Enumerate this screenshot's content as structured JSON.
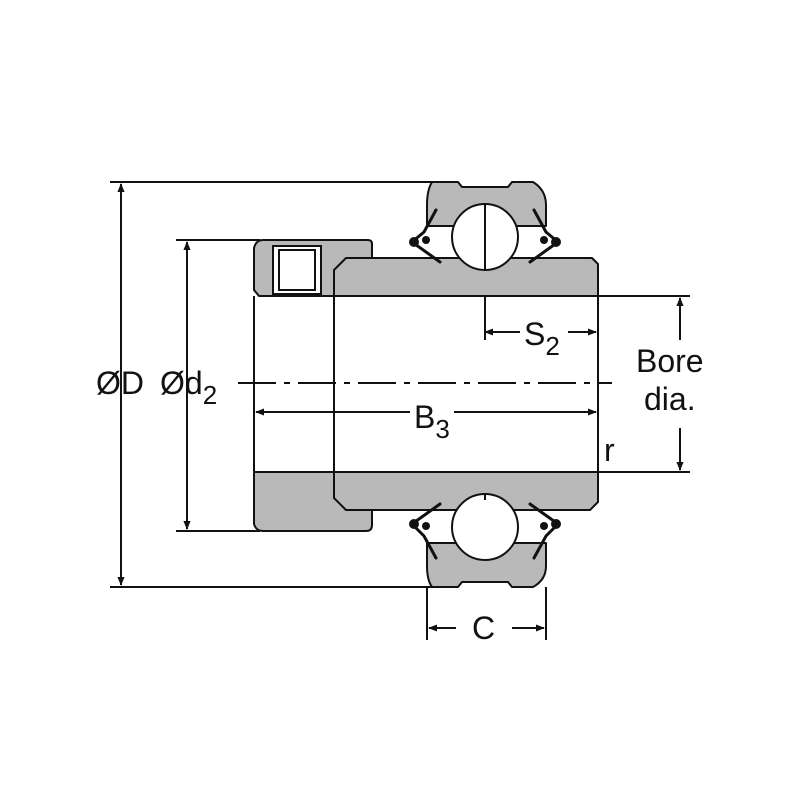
{
  "labels": {
    "outer_diameter": "ØD",
    "d_symbol": "Ød",
    "d_sub": "2",
    "width_symbol": "B",
    "width_sub": "3",
    "s_symbol": "S",
    "s_sub": "2",
    "bore_line1": "Bore",
    "bore_line2": "dia.",
    "radius": "r",
    "ring_width": "C"
  },
  "colors": {
    "body_fill": "#b9b9b9",
    "line": "#111111",
    "background": "#ffffff"
  }
}
